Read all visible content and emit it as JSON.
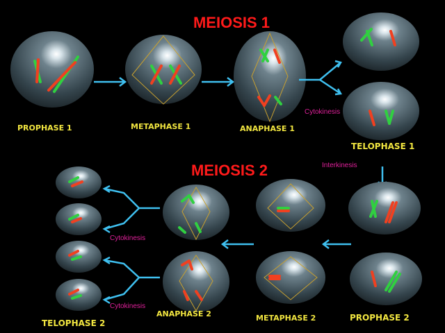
{
  "titles": {
    "meiosis1": "MEIOSIS 1",
    "meiosis2": "MEIOSIS 2"
  },
  "stages": {
    "prophase1": "PROPHASE 1",
    "metaphase1": "METAPHASE 1",
    "anaphase1": "ANAPHASE 1",
    "telophase1": "TELOPHASE 1",
    "prophase2": "PROPHASE 2",
    "metaphase2": "METAPHASE 2",
    "anaphase2": "ANAPHASE 2",
    "telophase2": "TELOPHASE 2"
  },
  "annotations": {
    "cytokinesis1": "Cytokinesis",
    "interkinesis": "Interkinesis",
    "cytokinesis2a": "Cytokinesis",
    "cytokinesis2b": "Cytokinesis"
  },
  "colors": {
    "title": "#ff1a1a",
    "label": "#f2e640",
    "annotation": "#e0209a",
    "arrow": "#3fc0f0"
  }
}
